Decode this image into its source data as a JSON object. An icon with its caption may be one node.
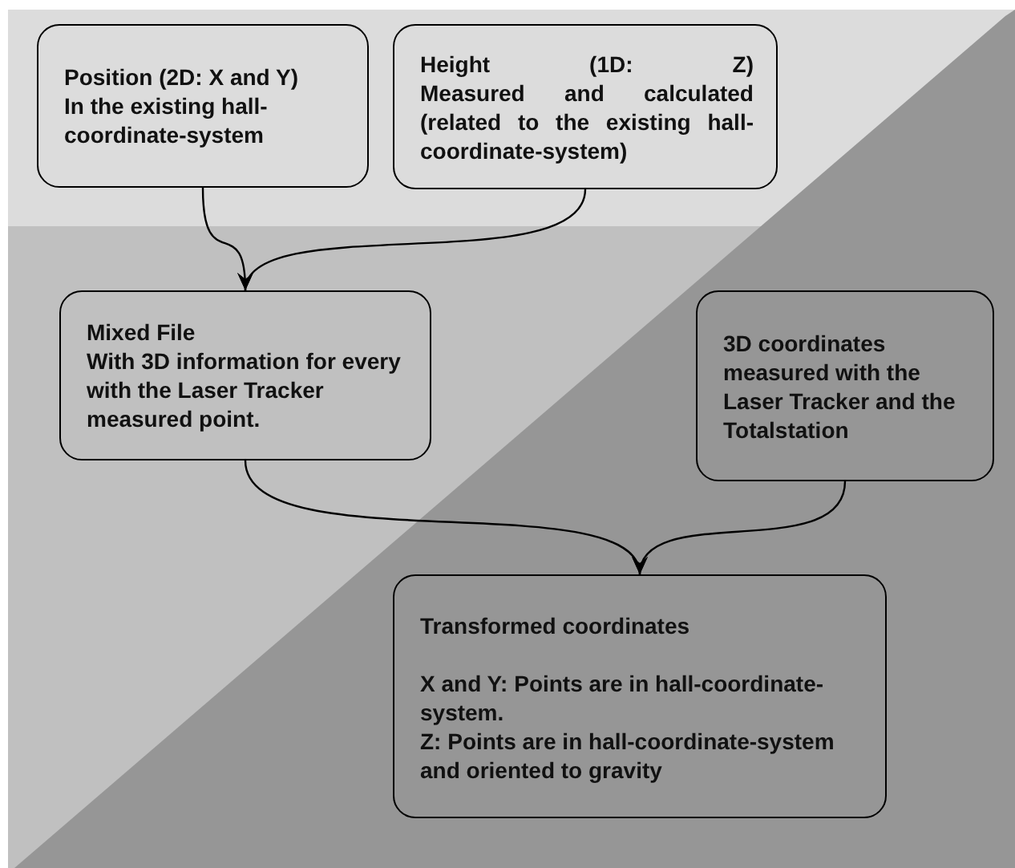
{
  "diagram": {
    "nodes": [
      {
        "text": [
          "Position (2D: X and Y)",
          "In the existing hall-coordinate-system"
        ]
      },
      {
        "text": [
          "Height (1D: Z)",
          "Measured and calculated (related to the existing hall-coordinate-system)"
        ]
      },
      {
        "text": [
          "Mixed File",
          "With 3D information for every with the Laser Tracker measured point."
        ]
      },
      {
        "text": [
          "3D coordinates measured with the Laser Tracker and the Totalstation"
        ]
      },
      {
        "text": [
          "Transformed coordinates",
          "X and Y: Points are in hall-coordinate-system.",
          "Z: Points are in hall-coordinate-system and oriented to gravity"
        ]
      }
    ],
    "edges": [
      {
        "from": 0,
        "to": 2,
        "arrow": "to"
      },
      {
        "from": 1,
        "to": 2,
        "arrow": "to"
      },
      {
        "from": 2,
        "to": 4,
        "arrow": "to"
      },
      {
        "from": 3,
        "to": 4,
        "arrow": "to"
      }
    ]
  }
}
